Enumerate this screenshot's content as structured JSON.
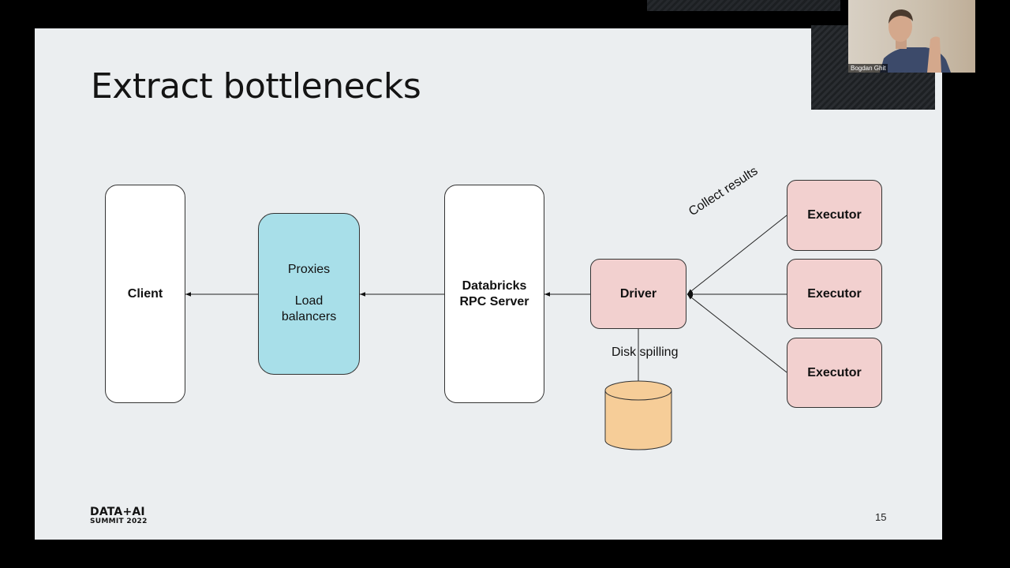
{
  "slide": {
    "title": "Extract bottlenecks",
    "page_number": "15",
    "logo": {
      "line1": "DATA+AI",
      "line2": "SUMMIT 2022"
    }
  },
  "diagram": {
    "client": "Client",
    "proxies": {
      "line1": "Proxies",
      "line2": "Load balancers"
    },
    "rpc_server": "Databricks RPC Server",
    "driver": "Driver",
    "executors": [
      "Executor",
      "Executor",
      "Executor"
    ],
    "collect_label": "Collect results",
    "disk_label": "Disk spilling"
  },
  "video_call": {
    "speaker_name": "Bogdan Ghit"
  },
  "colors": {
    "slide_bg": "#ebeef0",
    "proxy_fill": "#a8dfe9",
    "driver_fill": "#f2d0cf",
    "disk_fill": "#f6cd98"
  }
}
